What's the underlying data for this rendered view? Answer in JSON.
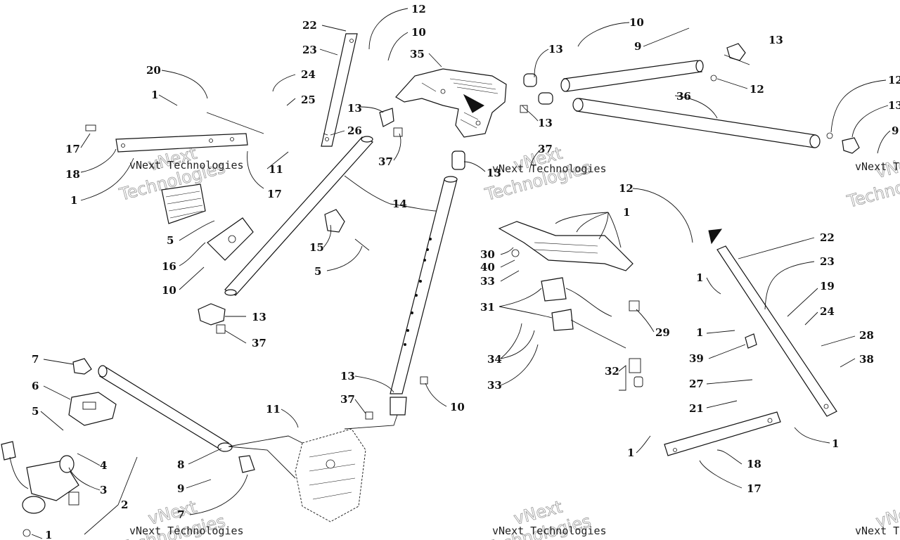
{
  "watermark": {
    "line1": "vNext",
    "line2": "Technologies",
    "caption": "vNext Technologies"
  },
  "callouts": [
    {
      "id": "c1",
      "text": "22"
    },
    {
      "id": "c2",
      "text": "12"
    },
    {
      "id": "c3",
      "text": "10"
    },
    {
      "id": "c4",
      "text": "23"
    },
    {
      "id": "c5",
      "text": "35"
    },
    {
      "id": "c6",
      "text": "10"
    },
    {
      "id": "c7",
      "text": "9"
    },
    {
      "id": "c8",
      "text": "13"
    },
    {
      "id": "c9",
      "text": "13"
    },
    {
      "id": "c10",
      "text": "20"
    },
    {
      "id": "c11",
      "text": "24"
    },
    {
      "id": "c12",
      "text": "1"
    },
    {
      "id": "c13",
      "text": "25"
    },
    {
      "id": "c14",
      "text": "12"
    },
    {
      "id": "c15",
      "text": "36"
    },
    {
      "id": "c16",
      "text": "13"
    },
    {
      "id": "c17",
      "text": "13"
    },
    {
      "id": "c18",
      "text": "26"
    },
    {
      "id": "c19",
      "text": "17"
    },
    {
      "id": "c20",
      "text": "11"
    },
    {
      "id": "c21",
      "text": "37"
    },
    {
      "id": "c22",
      "text": "18"
    },
    {
      "id": "c23",
      "text": "37"
    },
    {
      "id": "c24",
      "text": "13"
    },
    {
      "id": "c25",
      "text": "17"
    },
    {
      "id": "c26",
      "text": "1"
    },
    {
      "id": "c27",
      "text": "14"
    },
    {
      "id": "c28",
      "text": "12"
    },
    {
      "id": "c29",
      "text": "1"
    },
    {
      "id": "c30",
      "text": "22"
    },
    {
      "id": "c31",
      "text": "5"
    },
    {
      "id": "c32",
      "text": "15"
    },
    {
      "id": "c33",
      "text": "30"
    },
    {
      "id": "c34",
      "text": "23"
    },
    {
      "id": "c35",
      "text": "40"
    },
    {
      "id": "c36",
      "text": "16"
    },
    {
      "id": "c37",
      "text": "5"
    },
    {
      "id": "c38",
      "text": "33"
    },
    {
      "id": "c39",
      "text": "1"
    },
    {
      "id": "c40",
      "text": "19"
    },
    {
      "id": "c41",
      "text": "10"
    },
    {
      "id": "c42",
      "text": "31"
    },
    {
      "id": "c43",
      "text": "24"
    },
    {
      "id": "c44",
      "text": "13"
    },
    {
      "id": "c45",
      "text": "29"
    },
    {
      "id": "c46",
      "text": "1"
    },
    {
      "id": "c47",
      "text": "28"
    },
    {
      "id": "c48",
      "text": "37"
    },
    {
      "id": "c49",
      "text": "34"
    },
    {
      "id": "c50",
      "text": "39"
    },
    {
      "id": "c51",
      "text": "38"
    },
    {
      "id": "c52",
      "text": "7"
    },
    {
      "id": "c53",
      "text": "32"
    },
    {
      "id": "c54",
      "text": "13"
    },
    {
      "id": "c55",
      "text": "27"
    },
    {
      "id": "c56",
      "text": "6"
    },
    {
      "id": "c57",
      "text": "33"
    },
    {
      "id": "c58",
      "text": "37"
    },
    {
      "id": "c59",
      "text": "10"
    },
    {
      "id": "c60",
      "text": "5"
    },
    {
      "id": "c61",
      "text": "21"
    },
    {
      "id": "c62",
      "text": "11"
    },
    {
      "id": "c63",
      "text": "1"
    },
    {
      "id": "c64",
      "text": "4"
    },
    {
      "id": "c65",
      "text": "1"
    },
    {
      "id": "c66",
      "text": "18"
    },
    {
      "id": "c67",
      "text": "8"
    },
    {
      "id": "c68",
      "text": "3"
    },
    {
      "id": "c69",
      "text": "9"
    },
    {
      "id": "c70",
      "text": "17"
    },
    {
      "id": "c71",
      "text": "2"
    },
    {
      "id": "c72",
      "text": "7"
    },
    {
      "id": "c73",
      "text": "1"
    },
    {
      "id": "c74",
      "text": "12"
    },
    {
      "id": "c75",
      "text": "13"
    },
    {
      "id": "c76",
      "text": "9"
    }
  ]
}
